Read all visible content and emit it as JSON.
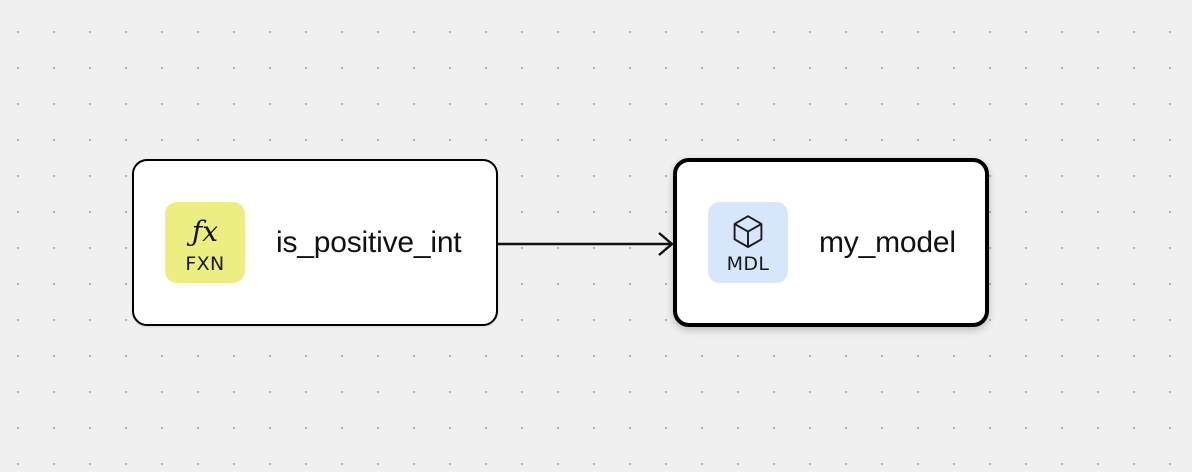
{
  "canvas": {
    "background_color": "#f0f0f0",
    "dot_color": "#b4b4b6",
    "dot_spacing": 36
  },
  "nodes": [
    {
      "id": "is_positive_int",
      "title": "is_positive_int",
      "selected": false,
      "badge": {
        "type": "FXN",
        "label": "FXN",
        "glyph": "ƒx",
        "icon_name": "function-icon",
        "background_color": "#ecee82"
      },
      "border_color": "#000000"
    },
    {
      "id": "my_model",
      "title": "my_model",
      "selected": true,
      "badge": {
        "type": "MDL",
        "label": "MDL",
        "glyph": "cube",
        "icon_name": "cube-icon",
        "background_color": "#d7e6fa"
      },
      "border_color": "#000000"
    }
  ],
  "edges": [
    {
      "id": "edge-fxn-to-mdl",
      "source": "is_positive_int",
      "target": "my_model",
      "color": "#111111",
      "arrowhead": "open-chevron"
    }
  ]
}
